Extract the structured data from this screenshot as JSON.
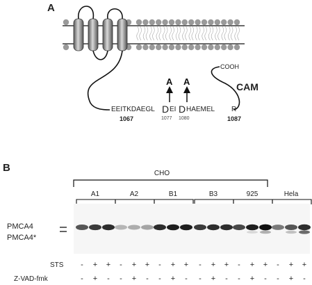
{
  "panel_a": {
    "label": "A",
    "sequence_left": "EEITKDAEGL",
    "residue_d1": "D",
    "sequence_mid1": "EI",
    "residue_d2": "D",
    "sequence_mid2": "HAEMEL",
    "sequence_end": "R",
    "pos_start": "1067",
    "pos_d1": "1077",
    "pos_d2": "1080",
    "pos_end": "1087",
    "mutation_1": "A",
    "mutation_2": "A",
    "c_terminus": "COOH",
    "cam_label": "CAM"
  },
  "panel_b": {
    "label": "B",
    "group_label": "CHO",
    "cell_lines": [
      "A1",
      "A2",
      "B1",
      "B3",
      "925"
    ],
    "control_line": "Hela",
    "band_upper": "PMCA4",
    "band_lower": "PMCA4*",
    "row1_label": "STS",
    "row2_label": "Z-VAD-fmk",
    "row1_signs": [
      "-",
      "+",
      "+",
      "-",
      "+",
      "+",
      "-",
      "+",
      "+",
      "-",
      "+",
      "+",
      "-",
      "+",
      "+",
      "-",
      "+",
      "+"
    ],
    "row2_signs": [
      "-",
      "+",
      "-",
      "-",
      "+",
      "-",
      "-",
      "+",
      "-",
      "-",
      "+",
      "-",
      "-",
      "+",
      "-",
      "-",
      "+",
      "-"
    ],
    "band_upper_intensity": [
      0.7,
      0.8,
      0.85,
      0.25,
      0.3,
      0.35,
      0.85,
      0.9,
      0.9,
      0.8,
      0.85,
      0.85,
      0.75,
      0.9,
      0.95,
      0.55,
      0.7,
      0.85
    ],
    "band_lower_intensity": [
      0,
      0,
      0,
      0,
      0,
      0,
      0,
      0,
      0,
      0,
      0,
      0,
      0,
      0.1,
      0.35,
      0,
      0.25,
      0.65
    ]
  }
}
